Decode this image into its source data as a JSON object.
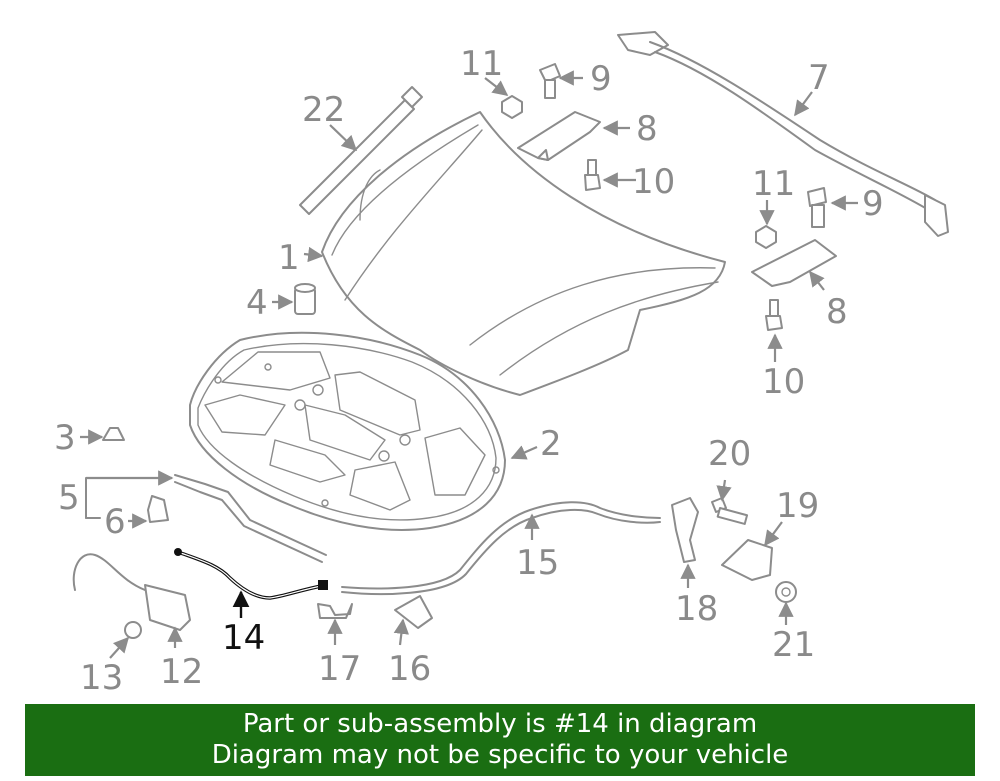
{
  "callouts": {
    "c1": "1",
    "c2": "2",
    "c3": "3",
    "c4": "4",
    "c5": "5",
    "c6": "6",
    "c7": "7",
    "c8a": "8",
    "c8b": "8",
    "c9a": "9",
    "c9b": "9",
    "c10a": "10",
    "c10b": "10",
    "c11a": "11",
    "c11b": "11",
    "c12": "12",
    "c13": "13",
    "c14": "14",
    "c15": "15",
    "c16": "16",
    "c17": "17",
    "c18": "18",
    "c19": "19",
    "c20": "20",
    "c21": "21",
    "c22": "22"
  },
  "highlighted_part": "14",
  "colors": {
    "line": "#8c8c8c",
    "highlight": "#111111",
    "banner_bg": "#1a6e12",
    "banner_text": "#ffffff"
  },
  "banner": {
    "line1": "Part or sub-assembly is #14 in diagram",
    "line2": "Diagram may not be specific to your vehicle"
  }
}
